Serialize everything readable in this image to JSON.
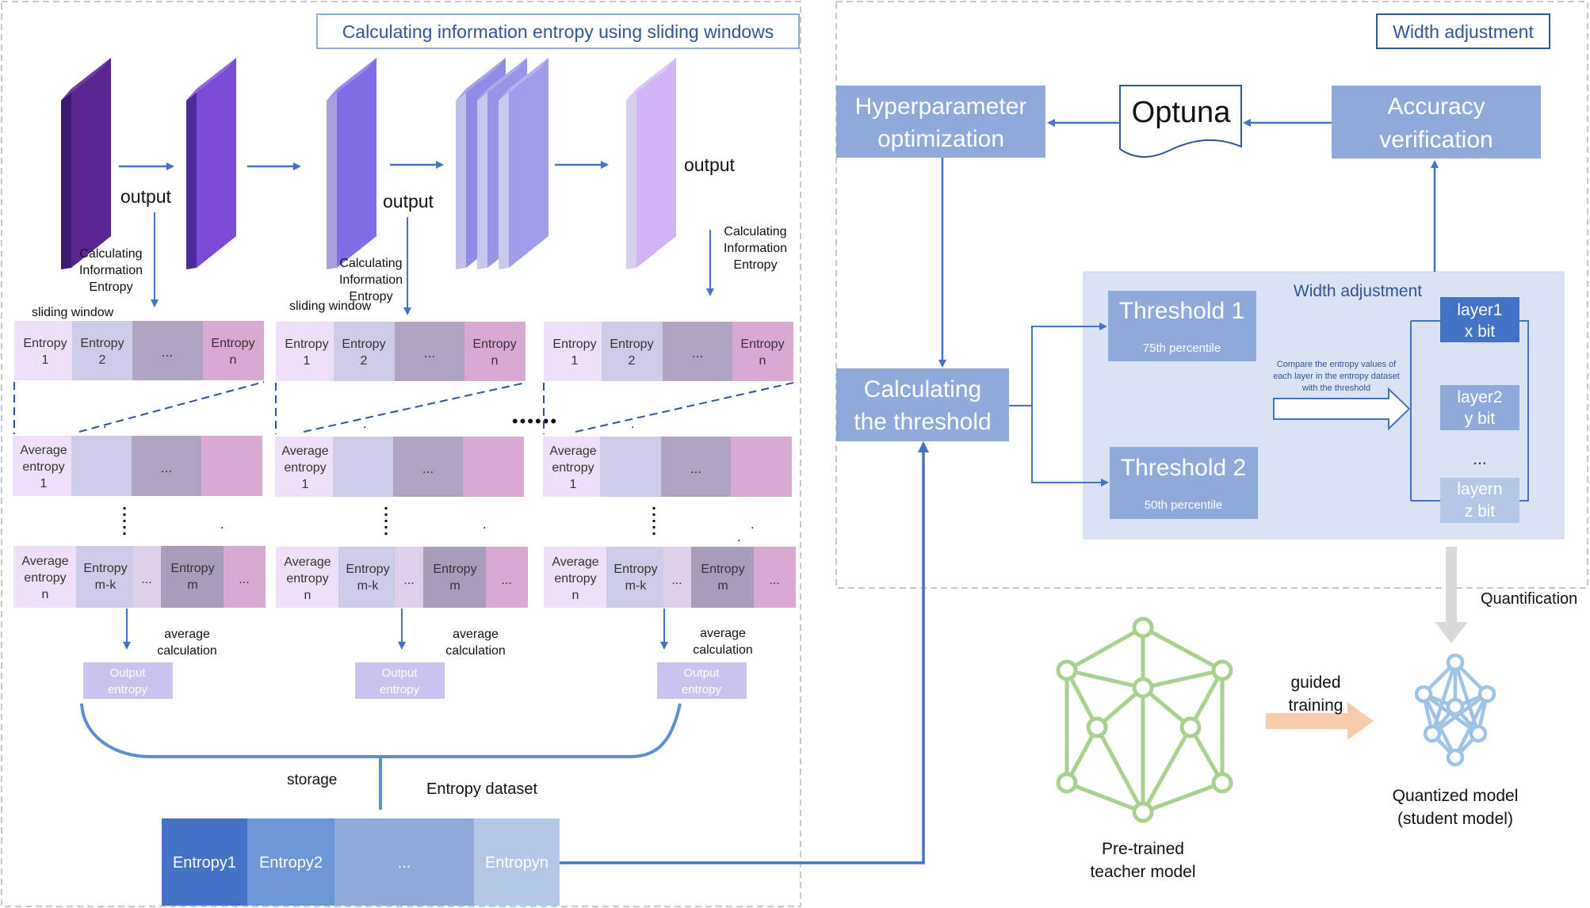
{
  "left_panel": {
    "title": "Calculating information entropy using sliding windows",
    "output": "output",
    "calc_info_entropy": [
      "Calculating",
      "Information",
      "Entropy"
    ],
    "sliding_window": "sliding window",
    "entropy_1": [
      "Entropy",
      "1"
    ],
    "entropy_2": [
      "Entropy",
      "2"
    ],
    "entropy_n": [
      "Entropy",
      "n"
    ],
    "ellipsis": "...",
    "average_entropy_1": [
      "Average",
      "entropy",
      "1"
    ],
    "average_entropy_n": [
      "Average",
      "entropy",
      "n"
    ],
    "entropy_m_k": [
      "Entropy",
      "m-k"
    ],
    "entropy_m": [
      "Entropy",
      "m"
    ],
    "average_calculation": [
      "average",
      "calculation"
    ],
    "output_entropy": [
      "Output",
      "entropy"
    ],
    "between_dots": "••••••",
    "storage": "storage",
    "entropy_dataset": "Entropy dataset",
    "dataset_cells": [
      "Entropy1",
      "Entropy2",
      "...",
      "Entropyn"
    ]
  },
  "right_panel": {
    "title": "Width adjustment",
    "hyperparameter": [
      "Hyperparameter",
      "optimization"
    ],
    "optuna": "Optuna",
    "accuracy": [
      "Accuracy",
      "verification"
    ],
    "calc_threshold": [
      "Calculating",
      "the threshold"
    ],
    "width_adjustment_inner": "Width adjustment",
    "threshold1": {
      "title": "Threshold 1",
      "sub": "75th percentile"
    },
    "threshold2": {
      "title": "Threshold 2",
      "sub": "50th percentile"
    },
    "compare_note": [
      "Compare the entropy values of",
      "each layer in the entropy dataset",
      "with the threshold"
    ],
    "layers": [
      {
        "name": "layer1",
        "bits": "x bit"
      },
      {
        "name": "layer2",
        "bits": "y bit"
      },
      {
        "name": "layern",
        "bits": "z bit"
      }
    ],
    "layer_ellipsis": "...",
    "quantification": "Quantification",
    "guided_training": [
      "guided",
      "training"
    ],
    "teacher": [
      "Pre-trained",
      "teacher model"
    ],
    "student": [
      "Quantized model",
      "(student model)"
    ]
  },
  "colors": {
    "arrow": "#4472c4",
    "box_blue": "#8eaadb",
    "box_blue_dark": "#4472c4",
    "light_panel": "#dae3f3",
    "teacher_green": "#a9d18e",
    "student_blue": "#9dc3e6",
    "guided_arrow": "#f8cbad"
  }
}
